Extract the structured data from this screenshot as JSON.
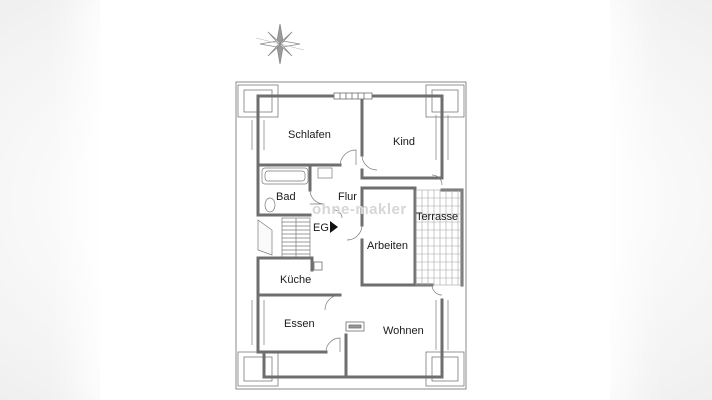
{
  "rooms": {
    "schlafen": "Schlafen",
    "kind": "Kind",
    "bad": "Bad",
    "flur": "Flur",
    "eg": "EG",
    "terrasse": "Terrasse",
    "arbeiten": "Arbeiten",
    "kueche": "Küche",
    "essen": "Essen",
    "wohnen": "Wohnen"
  },
  "watermark": "ohne-makler",
  "icons": {
    "compass": "compass-rose-icon",
    "stair_arrow": "arrow-right-icon"
  },
  "colors": {
    "wall": "#6e6e6e",
    "wall_dark": "#4a4a4a",
    "line": "#7a7a7a",
    "fill": "#ffffff"
  }
}
